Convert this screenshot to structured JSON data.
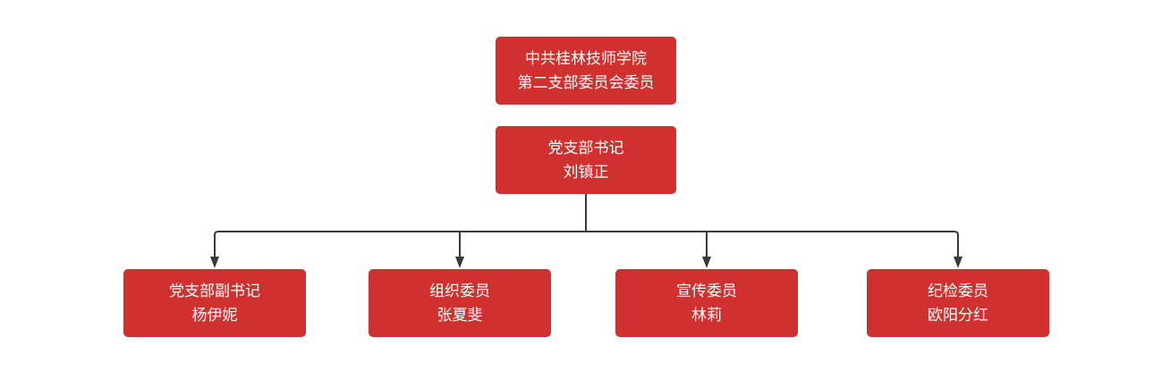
{
  "diagram": {
    "type": "org-chart",
    "background": "#ffffff",
    "node_color": "#d0302e",
    "text_color": "#ffffff",
    "connector_color": "#3a3a3a",
    "nodes": {
      "committee": {
        "line1": "中共桂林技师学院",
        "line2": "第二支部委员会委员"
      },
      "secretary": {
        "role": "党支部书记",
        "name": "刘镇正"
      },
      "deputy_secretary": {
        "role": "党支部副书记",
        "name": "杨伊妮"
      },
      "organization_member": {
        "role": "组织委员",
        "name": "张夏斐"
      },
      "publicity_member": {
        "role": "宣传委员",
        "name": "林莉"
      },
      "discipline_member": {
        "role": "纪检委员",
        "name": "欧阳分红"
      }
    }
  }
}
